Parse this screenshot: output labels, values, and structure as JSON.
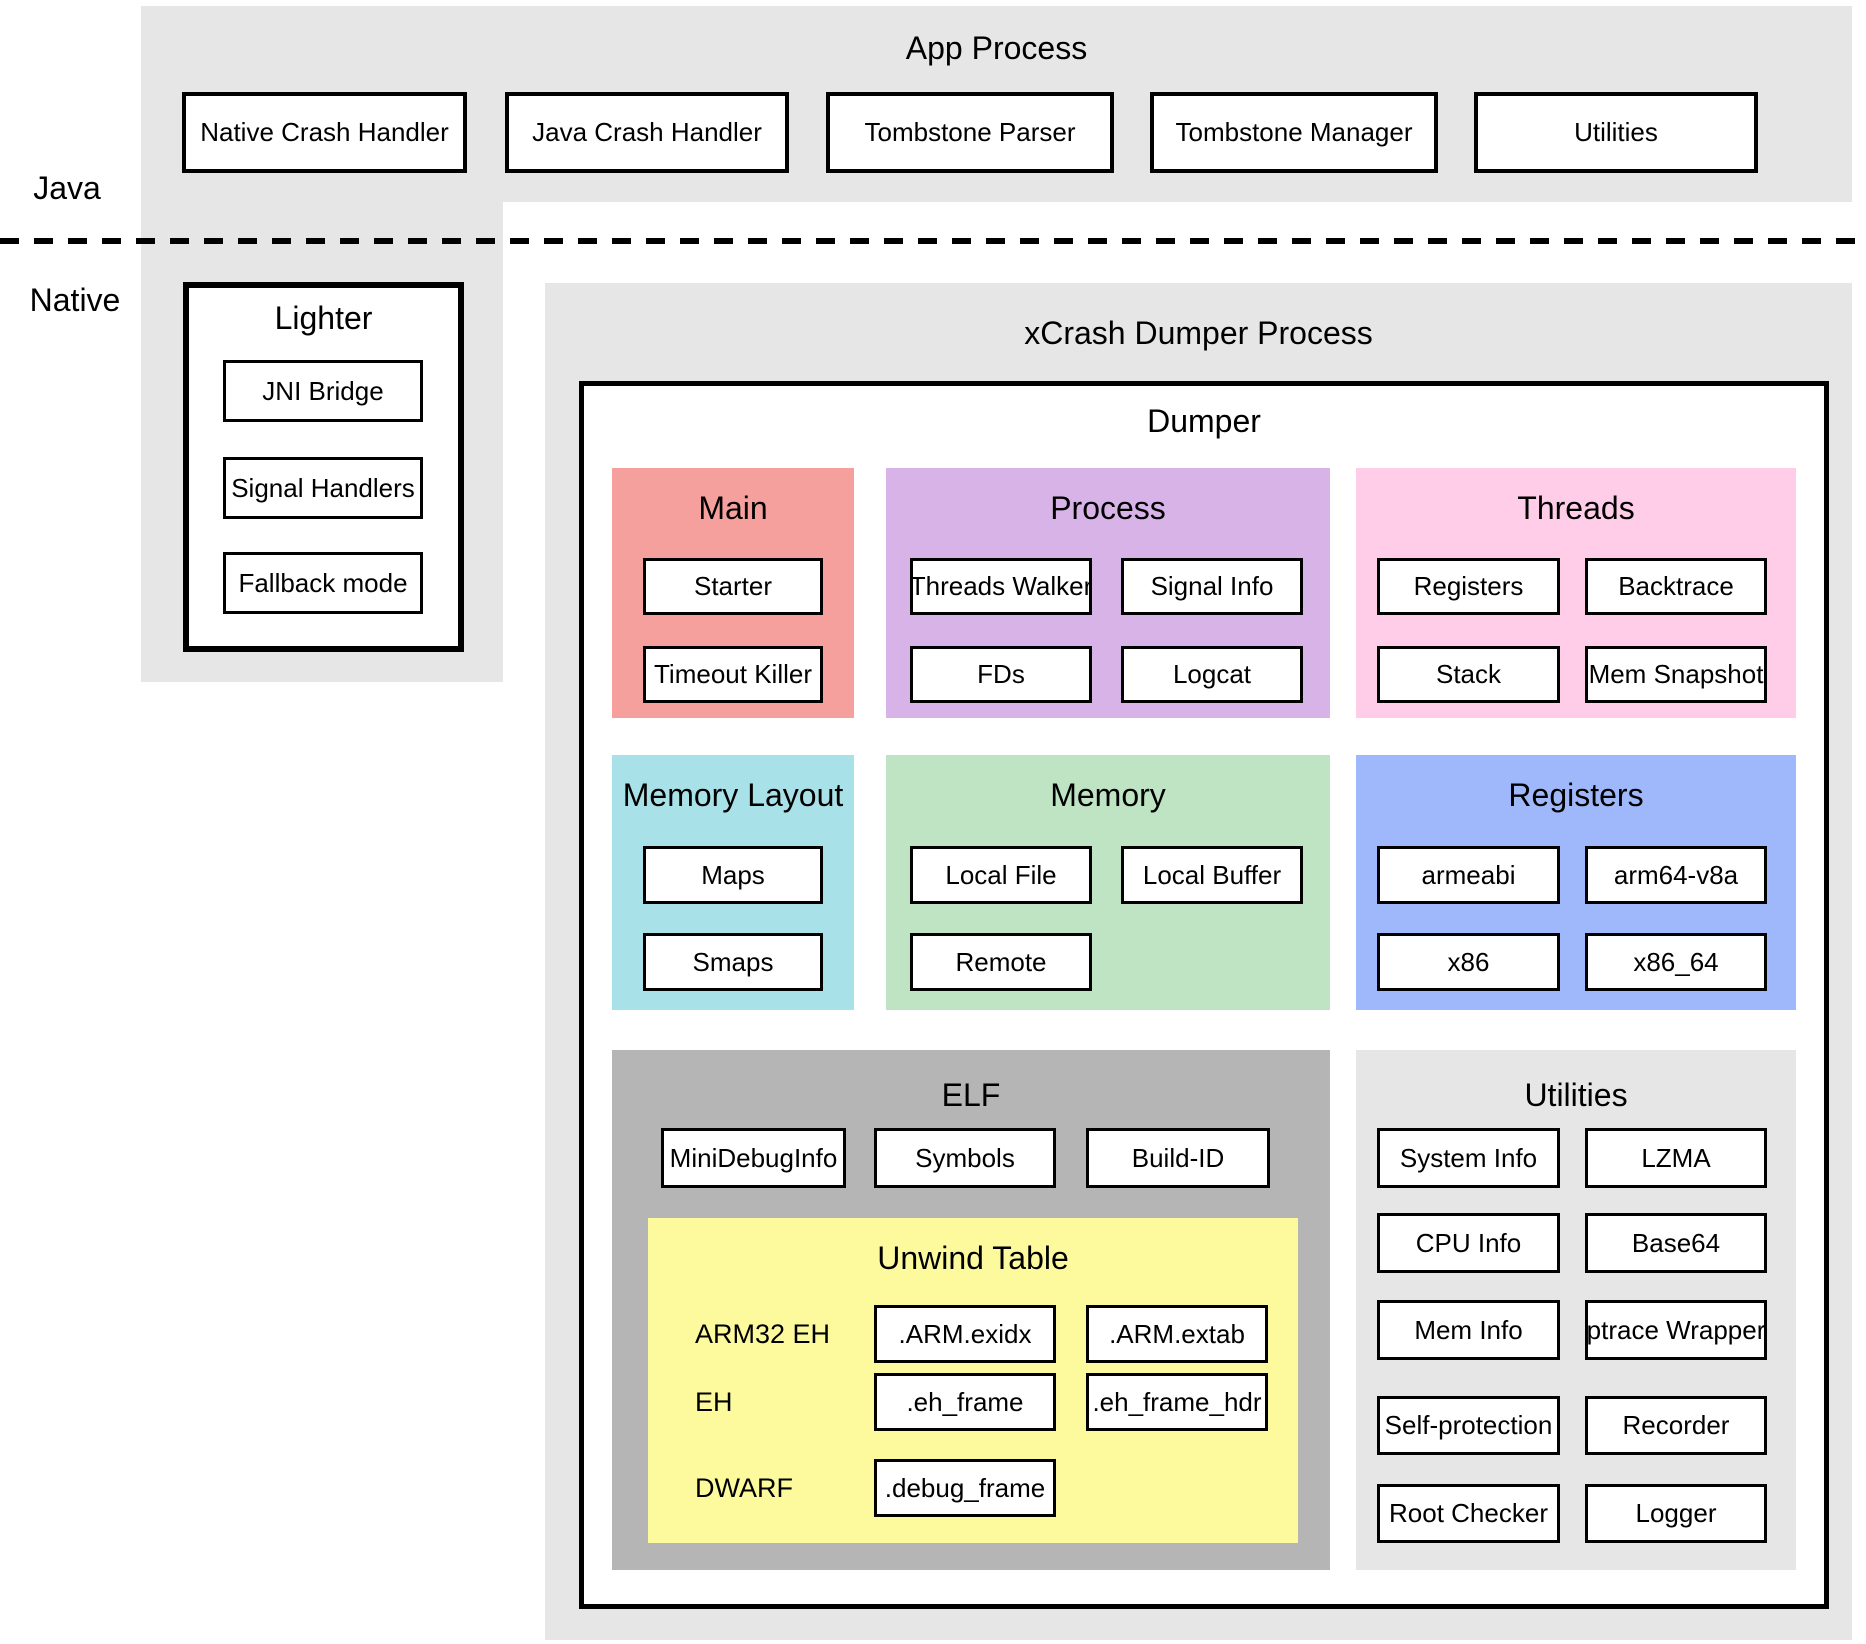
{
  "legend": {
    "java": "Java",
    "native": "Native"
  },
  "app_process": {
    "title": "App Process",
    "modules": [
      "Native Crash Handler",
      "Java Crash Handler",
      "Tombstone Parser",
      "Tombstone Manager",
      "Utilities"
    ]
  },
  "lighter": {
    "title": "Lighter",
    "modules": [
      "JNI Bridge",
      "Signal Handlers",
      "Fallback mode"
    ]
  },
  "dumper_process": {
    "title": "xCrash Dumper Process",
    "dumper_title": "Dumper",
    "main": {
      "title": "Main",
      "color": "#f5a09c",
      "modules": [
        "Starter",
        "Timeout Killer"
      ]
    },
    "process": {
      "title": "Process",
      "color": "#d8b3e8",
      "modules": [
        "Threads Walker",
        "Signal Info",
        "FDs",
        "Logcat"
      ]
    },
    "threads": {
      "title": "Threads",
      "color": "#ffcde8",
      "modules": [
        "Registers",
        "Backtrace",
        "Stack",
        "Mem Snapshot"
      ]
    },
    "memory_layout": {
      "title": "Memory Layout",
      "color": "#a8e2e8",
      "modules": [
        "Maps",
        "Smaps"
      ]
    },
    "memory": {
      "title": "Memory",
      "color": "#bee4c4",
      "modules": [
        "Local File",
        "Local Buffer",
        "Remote"
      ]
    },
    "registers": {
      "title": "Registers",
      "color": "#9fb8fb",
      "modules": [
        "armeabi",
        "arm64-v8a",
        "x86",
        "x86_64"
      ]
    },
    "elf": {
      "title": "ELF",
      "color": "#b5b5b5",
      "modules": [
        "MiniDebugInfo",
        "Symbols",
        "Build-ID"
      ],
      "unwind_table": {
        "title": "Unwind Table",
        "color": "#fcfa9d",
        "rows": [
          {
            "label": "ARM32 EH",
            "modules": [
              ".ARM.exidx",
              ".ARM.extab"
            ]
          },
          {
            "label": "EH",
            "modules": [
              ".eh_frame",
              ".eh_frame_hdr"
            ]
          },
          {
            "label": "DWARF",
            "modules": [
              ".debug_frame"
            ]
          }
        ]
      }
    },
    "utilities": {
      "title": "Utilities",
      "color": "#e6e6e6",
      "modules": [
        "System Info",
        "LZMA",
        "CPU Info",
        "Base64",
        "Mem Info",
        "ptrace Wrapper",
        "Self-protection",
        "Recorder",
        "Root Checker",
        "Logger"
      ]
    }
  }
}
